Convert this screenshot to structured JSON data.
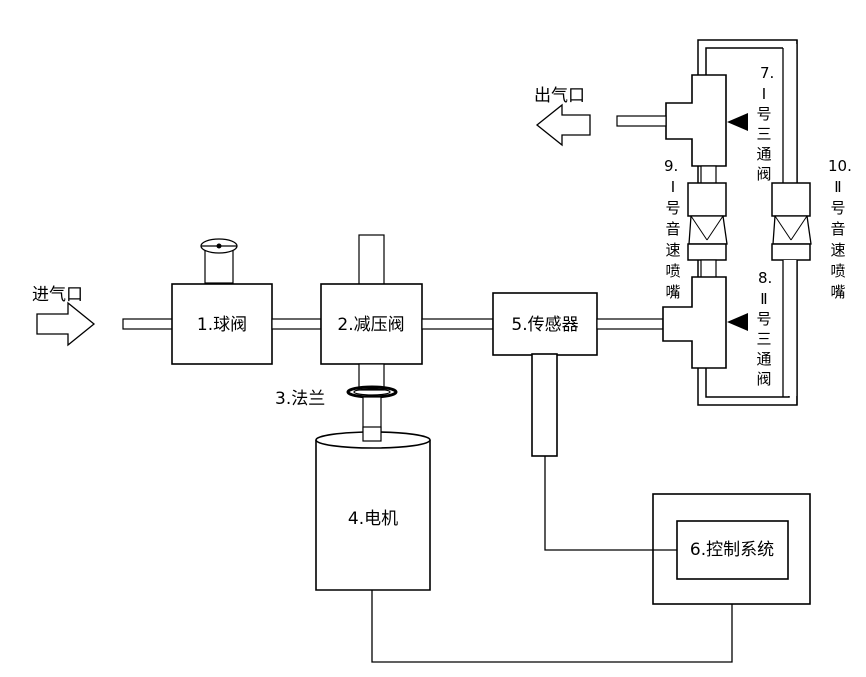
{
  "labels": {
    "inlet": "进气口",
    "outlet": "出气口",
    "ball_valve": "1.球阀",
    "pressure_reducing_valve": "2.减压阀",
    "flange": "3.法兰",
    "motor": "4.电机",
    "sensor": "5.传感器",
    "control_system": "6.控制系统",
    "tee_valve_1_num": "7.",
    "tee_valve_1_chars": [
      "Ⅰ",
      "号",
      "三",
      "通",
      "阀"
    ],
    "tee_valve_2_num": "8.",
    "tee_valve_2_chars": [
      "Ⅱ",
      "号",
      "三",
      "通",
      "阀"
    ],
    "nozzle_1_num": "9.",
    "nozzle_1_chars": [
      "Ⅰ",
      "号",
      "音",
      "速",
      "喷",
      "嘴"
    ],
    "nozzle_2_num": "10.",
    "nozzle_2_chars": [
      "Ⅱ",
      "号",
      "音",
      "速",
      "喷",
      "嘴"
    ]
  }
}
